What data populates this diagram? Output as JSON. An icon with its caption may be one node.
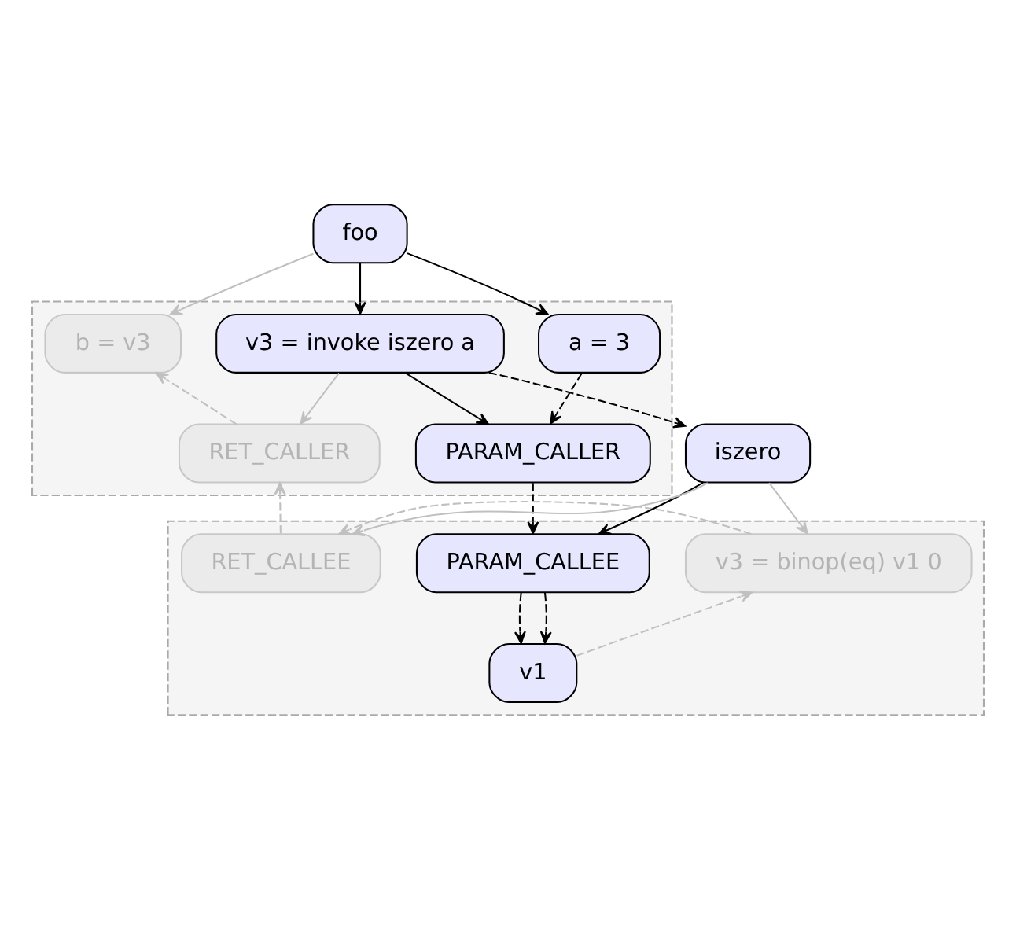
{
  "diagram": {
    "nodes": [
      {
        "text": [],
        "shape": "box"
      },
      {
        "text": [
          "foo"
        ]
      },
      {
        "text": [
          "a = 3"
        ],
        "in": 0
      },
      {
        "text": [
          "v3 = invoke iszero a"
        ],
        "in": 0
      },
      {
        "text": [
          "b = v3"
        ],
        "in": 0
      },
      {
        "text": [
          "PARAM_CALLER"
        ],
        "in": 0
      },
      {
        "text": [
          "RET_CALLER"
        ],
        "in": 0
      },
      {
        "text": [],
        "shape": "box"
      },
      {
        "text": [
          "iszero"
        ]
      },
      {
        "text": [
          "PARAM_CALLEE"
        ],
        "in": 7
      },
      {
        "text": [
          "v3 = binop(eq) v1 0"
        ],
        "in": 7
      },
      {
        "text": [
          "RET_CALLEE"
        ],
        "in": 7
      },
      {
        "text": [
          "v1"
        ],
        "in": 7
      }
    ],
    "edges": [
      {
        "from": 1,
        "to": 2,
        "arrow": "to"
      },
      {
        "from": 1,
        "to": 3,
        "arrow": "to"
      },
      {
        "from": 1,
        "to": 4,
        "arrow": "to",
        "color": "#c0c0c0"
      },
      {
        "from": 2,
        "to": 5,
        "arrow": "to",
        "style": "dashed"
      },
      {
        "from": 3,
        "to": 5,
        "arrow": "to"
      },
      {
        "from": 3,
        "to": 6,
        "arrow": "to",
        "color": "#c0c0c0"
      },
      {
        "from": 6,
        "to": 4,
        "arrow": "to",
        "style": "dashed",
        "color": "#c0c0c0"
      },
      {
        "from": 3,
        "to": 8,
        "arrow": "to",
        "style": "dashed"
      },
      {
        "from": 5,
        "to": 9,
        "arrow": "to",
        "style": "dashed"
      },
      {
        "from": 11,
        "to": 6,
        "arrow": "to",
        "style": "dashed",
        "color": "#c0c0c0"
      },
      {
        "from": 8,
        "to": 9,
        "arrow": "to"
      },
      {
        "from": 8,
        "to": 10,
        "arrow": "to",
        "color": "#c0c0c0"
      },
      {
        "from": 8,
        "to": 11,
        "arrow": "to",
        "color": "#c0c0c0"
      },
      {
        "from": 9,
        "to": 12,
        "arrow": "to",
        "style": "dashed"
      },
      {
        "from": 9,
        "to": 12,
        "arrow": "to",
        "style": "dashed"
      },
      {
        "from": 12,
        "to": 10,
        "arrow": "to",
        "style": "dashed",
        "color": "#c0c0c0"
      },
      {
        "from": 10,
        "to": 11,
        "arrow": "to",
        "style": "dashed",
        "color": "#c0c0c0"
      }
    ]
  }
}
